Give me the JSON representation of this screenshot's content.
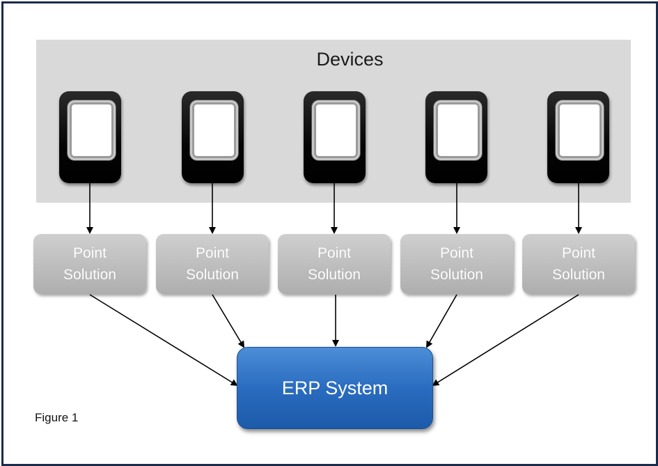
{
  "devices_panel": {
    "title": "Devices",
    "device_icon": "mobile-device-icon",
    "count": 5
  },
  "point_solutions": [
    {
      "line1": "Point",
      "line2": "Solution"
    },
    {
      "line1": "Point",
      "line2": "Solution"
    },
    {
      "line1": "Point",
      "line2": "Solution"
    },
    {
      "line1": "Point",
      "line2": "Solution"
    },
    {
      "line1": "Point",
      "line2": "Solution"
    }
  ],
  "erp": {
    "label": "ERP System"
  },
  "figure_label": "Figure 1",
  "colors": {
    "panel": "#d9d9d9",
    "point_solution": "#bdbdbd",
    "erp": "#2a6cc0",
    "frame": "#1b2a4a"
  }
}
